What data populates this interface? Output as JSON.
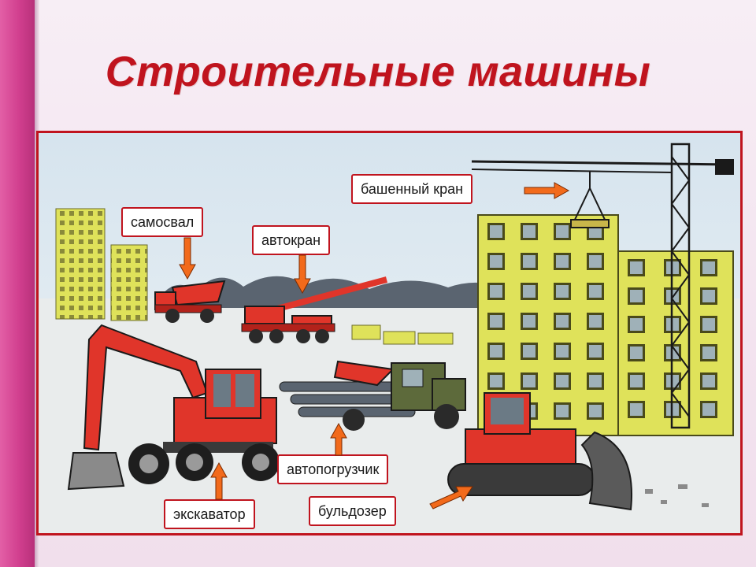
{
  "slide": {
    "title": "Строительные машины"
  },
  "labels": {
    "tower_crane": "башенный кран",
    "dump_truck": "самосвал",
    "truck_crane": "автокран",
    "loader_truck": "автопогрузчик",
    "excavator": "экскаватор",
    "bulldozer": "бульдозер"
  },
  "colors": {
    "title": "#c0141e",
    "frame": "#c0141e",
    "arrow": "#f26a1b",
    "machine_red": "#e0352a",
    "building_yellow": "#dfe25a",
    "truck_green": "#5d6a3b",
    "spiral": "#d13f8e"
  }
}
